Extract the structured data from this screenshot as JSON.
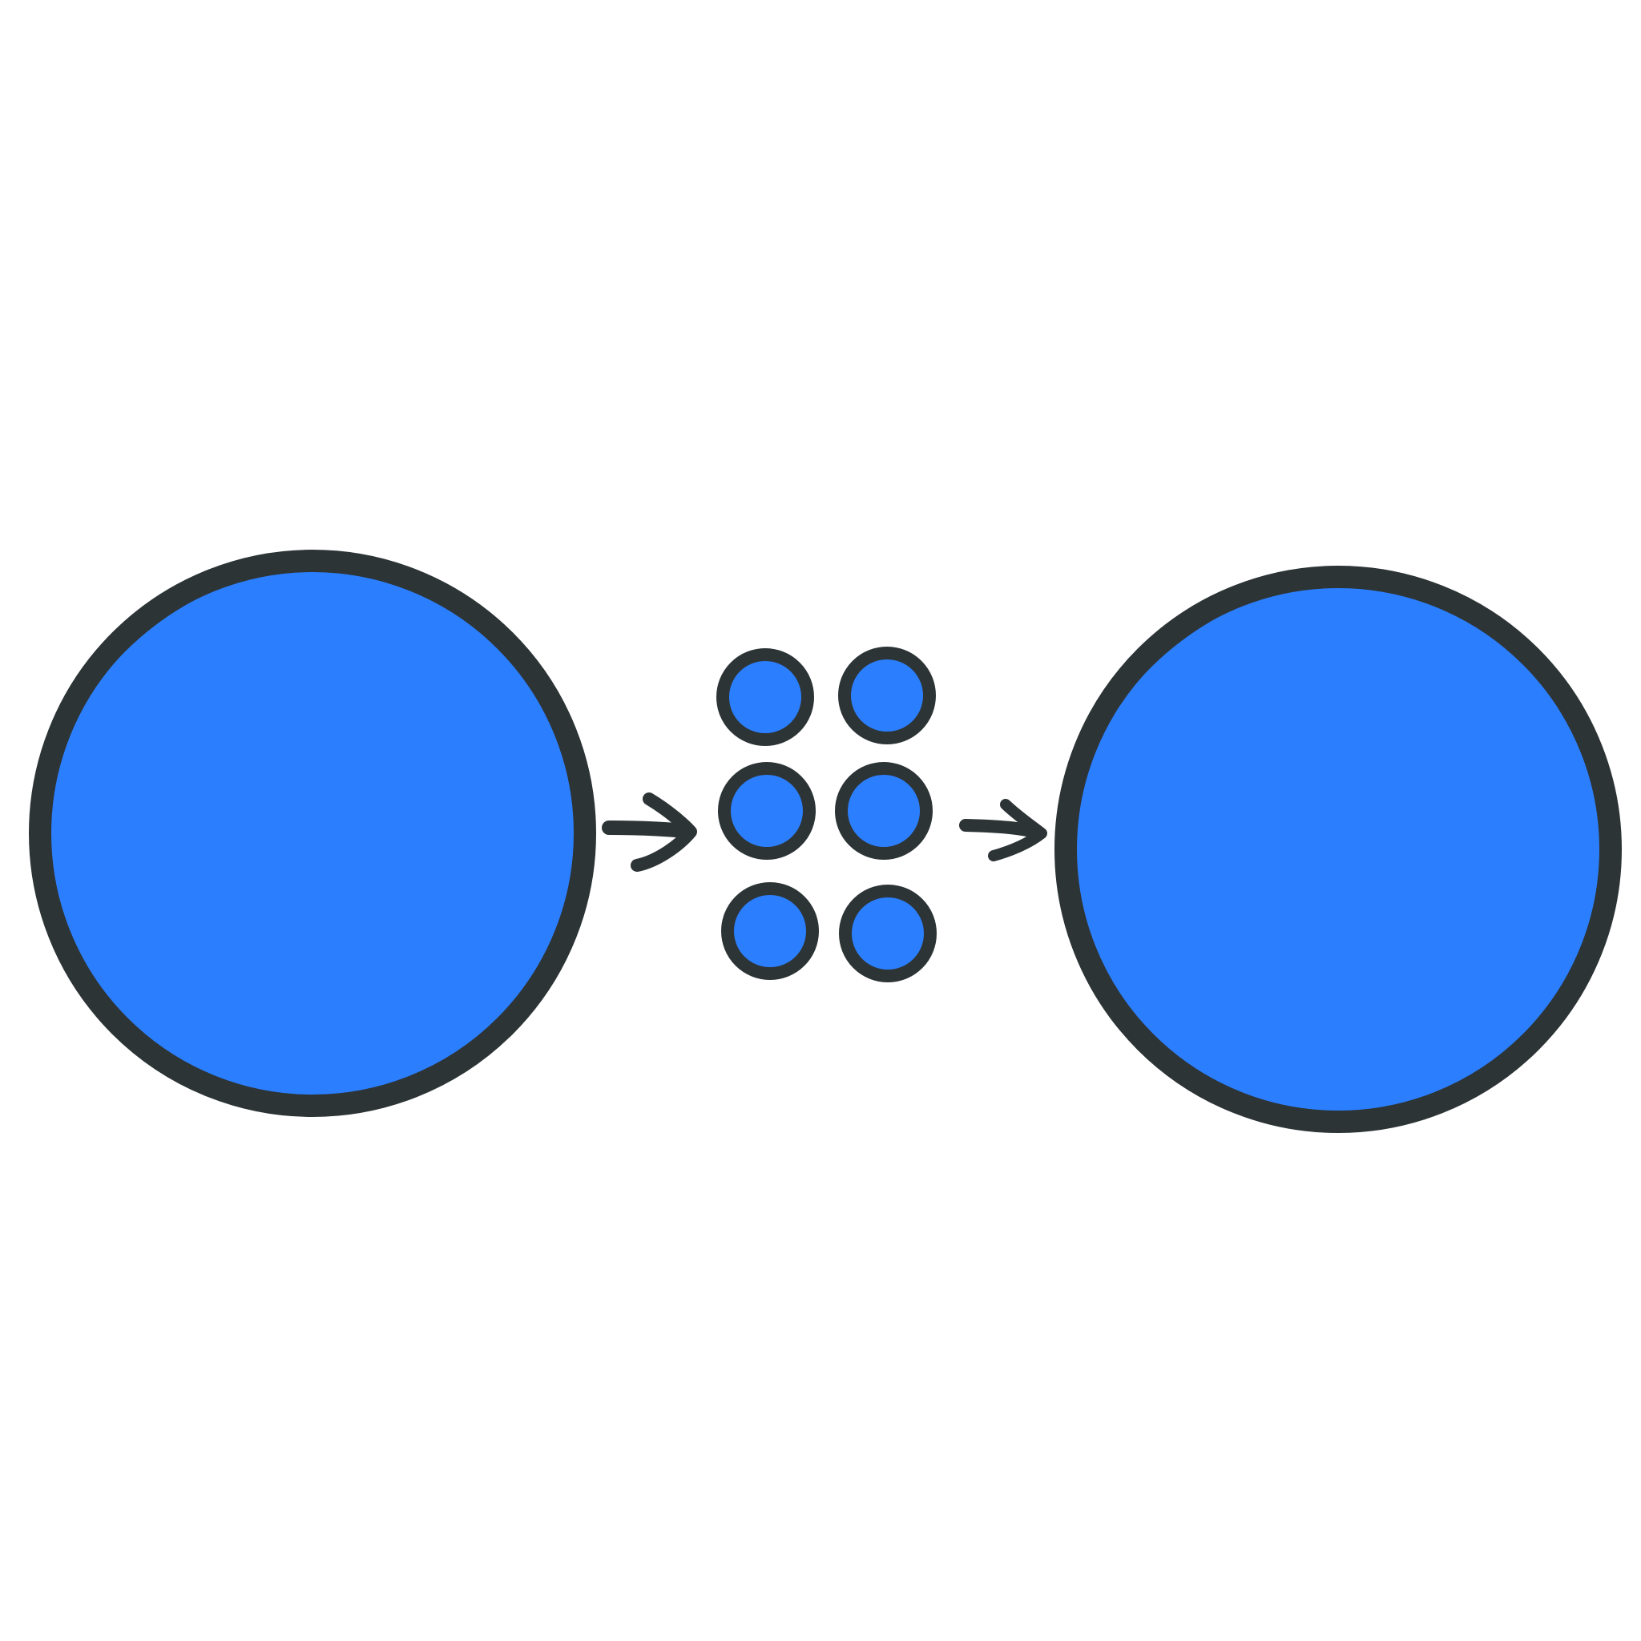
{
  "diagram": {
    "description_visible_text": [],
    "colors": {
      "fill": "#2b7fff",
      "stroke": "#2d3436",
      "background": "#ffffff"
    },
    "nodes": [
      {
        "id": "source",
        "kind": "large-circle"
      },
      {
        "id": "piece-1",
        "kind": "small-circle"
      },
      {
        "id": "piece-2",
        "kind": "small-circle"
      },
      {
        "id": "piece-3",
        "kind": "small-circle"
      },
      {
        "id": "piece-4",
        "kind": "small-circle"
      },
      {
        "id": "piece-5",
        "kind": "small-circle"
      },
      {
        "id": "piece-6",
        "kind": "small-circle"
      },
      {
        "id": "result",
        "kind": "large-circle"
      }
    ],
    "edges": [
      {
        "from": "source",
        "to": "pieces",
        "icon": "arrow-right-icon"
      },
      {
        "from": "pieces",
        "to": "result",
        "icon": "arrow-right-icon"
      }
    ]
  }
}
